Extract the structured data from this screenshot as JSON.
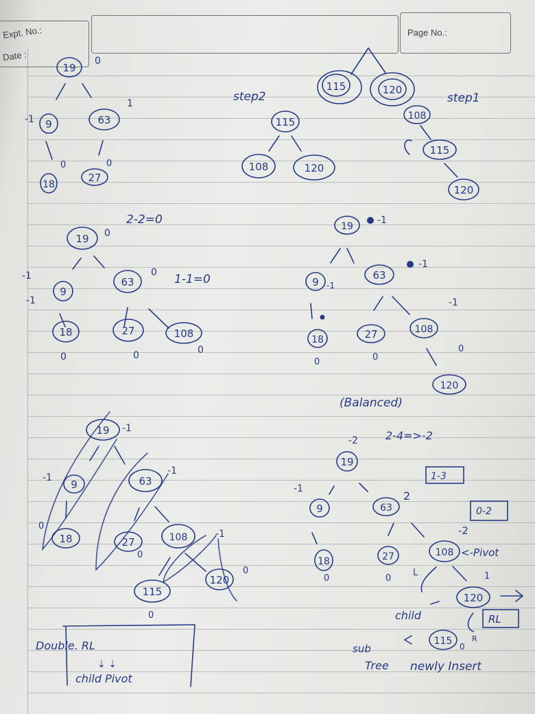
{
  "header": {
    "expt_label": "Expt. No.:",
    "date_label": "Date :",
    "page_label": "Page No.:"
  },
  "steps": {
    "step1": "step1",
    "step2": "step2"
  },
  "notes": {
    "calc1": "2-2=0",
    "calc2": "1-1=0",
    "balanced": "(Balanced)",
    "calc3": "2-4=>-2",
    "box1": "1-3",
    "box2": "0-2",
    "pivot": "<-Pivot",
    "child": "child",
    "rl": "RL",
    "sub": "sub",
    "tree": "Tree",
    "newly": "newly Insert",
    "double": "Double. RL",
    "arrows": "⇣ ⇣",
    "child_pivot": "child Pivot"
  },
  "nodes": {
    "n19": "19",
    "n9": "9",
    "n63": "63",
    "n18": "18",
    "n27": "27",
    "n108": "108",
    "n115": "115",
    "n120": "120"
  },
  "factors": {
    "zero": "0",
    "one": "1",
    "neg1": "-1",
    "neg2": "-2",
    "two": "2",
    "minus2": "-2",
    "R": "R",
    "L": "L"
  }
}
